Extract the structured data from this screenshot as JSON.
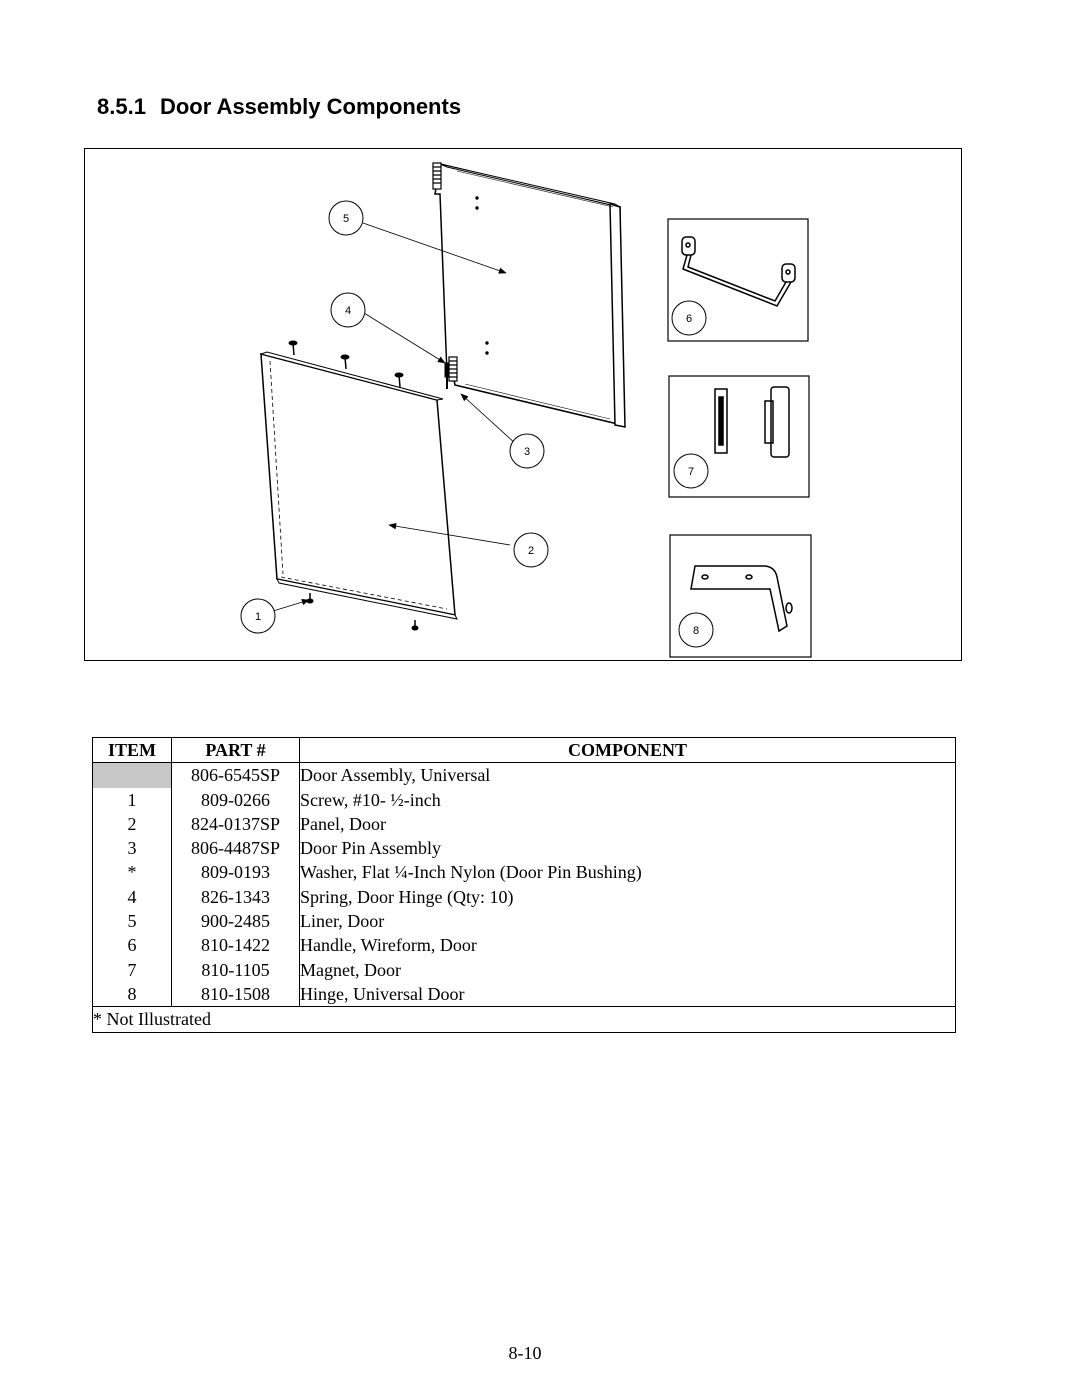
{
  "heading": {
    "number": "8.5.1",
    "title": "Door Assembly Components"
  },
  "figure": {
    "callouts": [
      "5",
      "4",
      "3",
      "2",
      "1",
      "6",
      "7",
      "8"
    ],
    "icons": [
      "door-liner",
      "door-panel",
      "door-pin",
      "hinge-spring",
      "screw",
      "wireform-handle",
      "door-magnet",
      "universal-door-hinge"
    ]
  },
  "table": {
    "headers": {
      "item": "ITEM",
      "part": "PART #",
      "component": "COMPONENT"
    },
    "rows": [
      {
        "item": "",
        "part": "806-6545SP",
        "component": "Door Assembly, Universal"
      },
      {
        "item": "1",
        "part": "809-0266",
        "component": "Screw, #10- ½-inch"
      },
      {
        "item": "2",
        "part": "824-0137SP",
        "component": "Panel, Door"
      },
      {
        "item": "3",
        "part": "806-4487SP",
        "component": "Door Pin Assembly"
      },
      {
        "item": "*",
        "part": "809-0193",
        "component": "Washer, Flat ¼-Inch Nylon (Door Pin Bushing)"
      },
      {
        "item": "4",
        "part": "826-1343",
        "component": "Spring, Door Hinge (Qty: 10)"
      },
      {
        "item": "5",
        "part": "900-2485",
        "component": "Liner, Door"
      },
      {
        "item": "6",
        "part": "810-1422",
        "component": "Handle, Wireform, Door"
      },
      {
        "item": "7",
        "part": "810-1105",
        "component": "Magnet, Door"
      },
      {
        "item": "8",
        "part": "810-1508",
        "component": "Hinge, Universal Door"
      }
    ],
    "footnote": "* Not Illustrated"
  },
  "page_number": "8-10",
  "colors": {
    "shaded_cell": "#c8c8c8",
    "ink": "#000000"
  }
}
